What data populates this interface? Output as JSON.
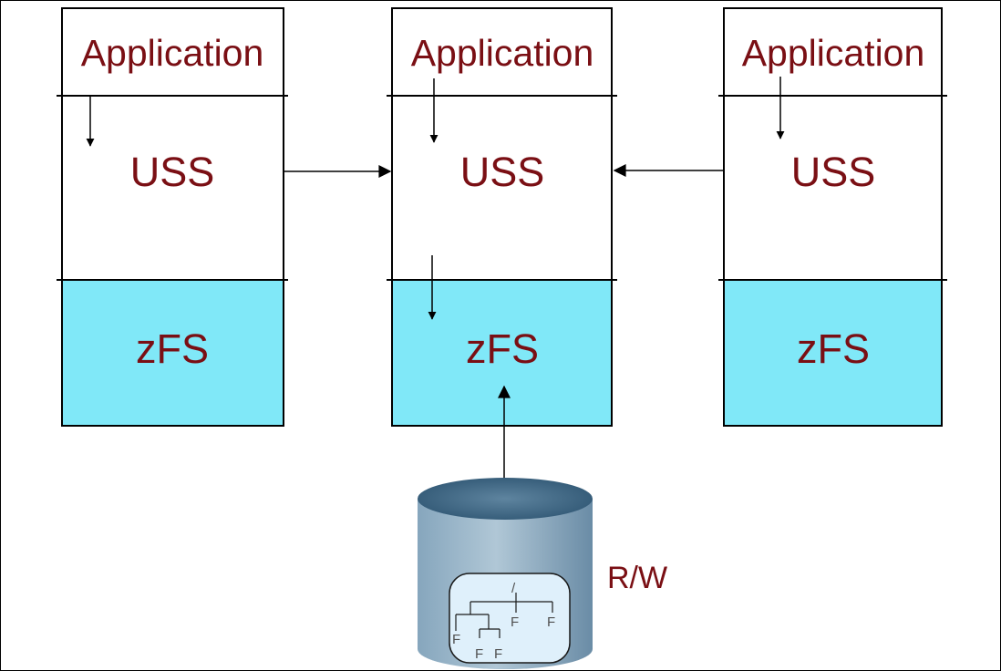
{
  "systems": [
    {
      "application": "Application",
      "uss": "USS",
      "zfs": "zFS"
    },
    {
      "application": "Application",
      "uss": "USS",
      "zfs": "zFS"
    },
    {
      "application": "Application",
      "uss": "USS",
      "zfs": "zFS"
    }
  ],
  "dataset": {
    "access_label": "R/W",
    "tree": {
      "root": "/",
      "leaves": [
        "F",
        "F",
        "F",
        "F",
        "F"
      ]
    }
  },
  "colors": {
    "label_text": "#7a0f14",
    "zfs_fill": "#80e8f8",
    "cylinder_dark": "#3d6784",
    "cylinder_light": "#a6bfd0",
    "tree_panel": "#dff0fb",
    "line": "#000000"
  }
}
